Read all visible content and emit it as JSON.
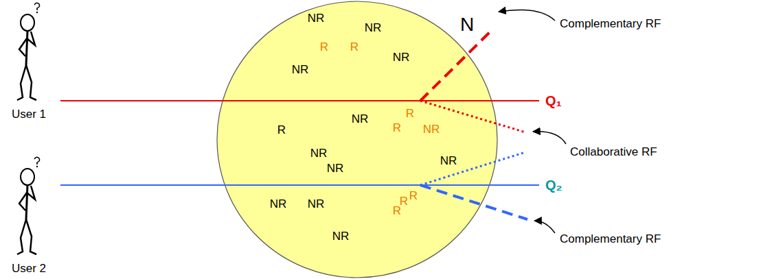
{
  "diagram": {
    "nodes": [
      {
        "text": [
          "N",
          "NR",
          "NR",
          "R",
          "R",
          "NR",
          "NR",
          "R",
          "NR",
          "R",
          "R",
          "NR",
          "NR",
          "NR",
          "NR",
          "R",
          "R",
          "NR",
          "NR",
          "R",
          "NR"
        ]
      }
    ],
    "labels": [
      "Complementary RF",
      "Q₁",
      "User 1",
      "Collaborative RF",
      "Q₂",
      "Complementary RF",
      "User 2"
    ]
  }
}
